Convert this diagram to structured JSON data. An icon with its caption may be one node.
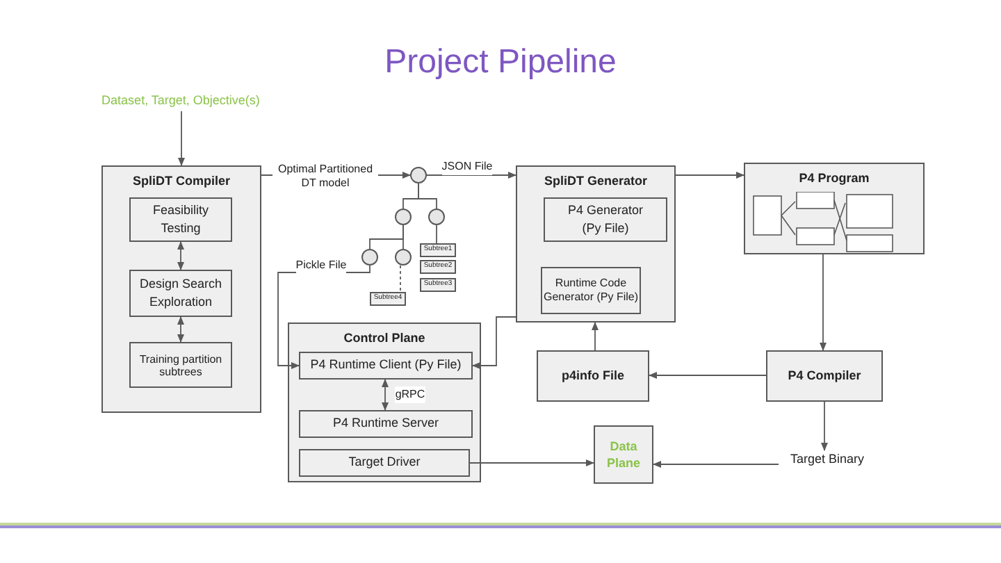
{
  "diagram": {
    "title": "Project Pipeline",
    "nodes": [
      {
        "text": [
          "Dataset, Target, Objective(s)"
        ]
      },
      {
        "text": [
          "SpliDT Compiler"
        ]
      },
      {
        "text": [
          "Feasibility Testing"
        ],
        "in": 1
      },
      {
        "text": [
          "Design Search Exploration"
        ],
        "in": 1
      },
      {
        "text": [
          "Training partition subtrees"
        ],
        "in": 1
      },
      {
        "text": [],
        "shape": "circle"
      },
      {
        "text": [],
        "shape": "circle"
      },
      {
        "text": [],
        "shape": "circle"
      },
      {
        "text": [],
        "shape": "circle"
      },
      {
        "text": [],
        "shape": "circle"
      },
      {
        "text": [
          "Subtree1"
        ]
      },
      {
        "text": [
          "Subtree2"
        ]
      },
      {
        "text": [
          "Subtree3"
        ]
      },
      {
        "text": [
          "Subtree4"
        ]
      },
      {
        "text": [
          "SpliDT Generator"
        ]
      },
      {
        "text": [
          "P4 Generator (Py File)"
        ],
        "in": 14
      },
      {
        "text": [
          "Runtime Code Generator (Py File)"
        ],
        "in": 14
      },
      {
        "text": [
          "P4 Program"
        ]
      },
      {
        "text": [
          "P4 Compiler"
        ]
      },
      {
        "text": [
          "p4info File"
        ]
      },
      {
        "text": [
          "Control Plane"
        ]
      },
      {
        "text": [
          "P4 Runtime Client (Py File)"
        ],
        "in": 20
      },
      {
        "text": [
          "P4 Runtime Server"
        ],
        "in": 20
      },
      {
        "text": [
          "Target Driver"
        ],
        "in": 20
      },
      {
        "text": [
          "Data Plane"
        ]
      },
      {
        "text": [
          "Target Binary"
        ]
      }
    ],
    "edges": [
      {
        "from": 0,
        "to": 1,
        "arrow": "to"
      },
      {
        "from": 1,
        "to": 5,
        "arrow": "to",
        "label": "Optimal Partitioned DT model"
      },
      {
        "from": 5,
        "to": 14,
        "arrow": "to",
        "label": "JSON File"
      },
      {
        "from": 5,
        "to": 6,
        "arrow": "none"
      },
      {
        "from": 5,
        "to": 7,
        "arrow": "none"
      },
      {
        "from": 6,
        "to": 8,
        "arrow": "none"
      },
      {
        "from": 6,
        "to": 9,
        "arrow": "none"
      },
      {
        "from": 7,
        "to": 10,
        "arrow": "none"
      },
      {
        "from": 9,
        "to": 13,
        "arrow": "none",
        "style": "dashed"
      },
      {
        "from": 8,
        "to": 21,
        "arrow": "to",
        "label": "Pickle File"
      },
      {
        "from": 14,
        "to": 21,
        "arrow": "to"
      },
      {
        "from": 2,
        "to": 3,
        "arrow": "both"
      },
      {
        "from": 3,
        "to": 4,
        "arrow": "both"
      },
      {
        "from": 14,
        "to": 17,
        "arrow": "to"
      },
      {
        "from": 17,
        "to": 18,
        "arrow": "to"
      },
      {
        "from": 18,
        "to": 19,
        "arrow": "to"
      },
      {
        "from": 19,
        "to": 14,
        "arrow": "to"
      },
      {
        "from": 21,
        "to": 22,
        "arrow": "both",
        "label": "gRPC"
      },
      {
        "from": 23,
        "to": 24,
        "arrow": "to"
      },
      {
        "from": 18,
        "to": 25,
        "arrow": "to"
      },
      {
        "from": 25,
        "to": 24,
        "arrow": "to"
      }
    ]
  }
}
